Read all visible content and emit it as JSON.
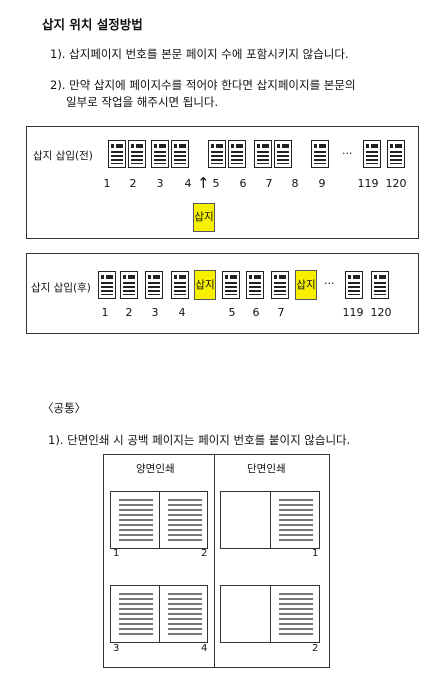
{
  "title": "삽지 위치 설정방법",
  "rules": [
    "1). 삽지페이지 번호를 본문 페이지 수에 포함시키지 않습니다.",
    "2). 만약 삽지에 페이지수를 적어야 한다면 삽지페이지를 본문의",
    "일부로 작업을 해주시면 됩니다."
  ],
  "before": {
    "label": "삽지 삽입(전)",
    "numbers": [
      "1",
      "2",
      "3",
      "4",
      "5",
      "6",
      "7",
      "8",
      "9",
      "119",
      "120"
    ],
    "ellipsis": "…",
    "arrow": "↑",
    "insert_label": "삽지"
  },
  "after": {
    "label": "삽지 삽입(후)",
    "numbers": [
      "1",
      "2",
      "3",
      "4",
      "5",
      "6",
      "7",
      "119",
      "120"
    ],
    "insert_label_a": "삽지",
    "insert_label_b": "삽지",
    "ellipsis": "…"
  },
  "common": {
    "heading": "〈공통〉",
    "rule": "1). 단면인쇄 시 공백 페이지는 페이지 번호를 붙이지 않습니다.",
    "col_duplex": "양면인쇄",
    "col_simplex": "단면인쇄",
    "duplex_nums": [
      "1",
      "2",
      "3",
      "4"
    ],
    "simplex_nums": [
      "1",
      "2"
    ]
  }
}
